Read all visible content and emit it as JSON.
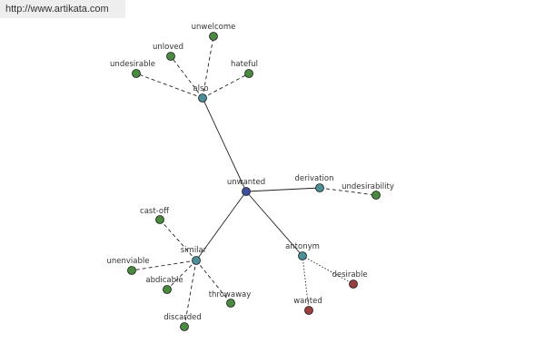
{
  "header": {
    "url": "http://www.artikata.com"
  },
  "graph": {
    "colors": {
      "root": "#3f4f9f",
      "relation": "#4d8e99",
      "synonym": "#4a8a3f",
      "antonym": "#9a3f3f",
      "edge": "#222222"
    },
    "root": {
      "id": "unwanted",
      "label": "unwanted",
      "type": "root"
    },
    "relations": [
      {
        "id": "also",
        "label": "also",
        "type": "relation",
        "terms": [
          {
            "label": "undesirable",
            "type": "synonym"
          },
          {
            "label": "unloved",
            "type": "synonym"
          },
          {
            "label": "unwelcome",
            "type": "synonym"
          },
          {
            "label": "hateful",
            "type": "synonym"
          }
        ]
      },
      {
        "id": "derivation",
        "label": "derivation",
        "type": "relation",
        "terms": [
          {
            "label": "undesirability",
            "type": "synonym"
          }
        ]
      },
      {
        "id": "similar",
        "label": "similar",
        "type": "relation",
        "terms": [
          {
            "label": "cast-off",
            "type": "synonym"
          },
          {
            "label": "unenviable",
            "type": "synonym"
          },
          {
            "label": "abdicable",
            "type": "synonym"
          },
          {
            "label": "throwaway",
            "type": "synonym"
          },
          {
            "label": "discarded",
            "type": "synonym"
          }
        ]
      },
      {
        "id": "antonym",
        "label": "antonym",
        "type": "relation",
        "terms": [
          {
            "label": "desirable",
            "type": "antonym"
          },
          {
            "label": "wanted",
            "type": "antonym"
          }
        ]
      }
    ]
  }
}
